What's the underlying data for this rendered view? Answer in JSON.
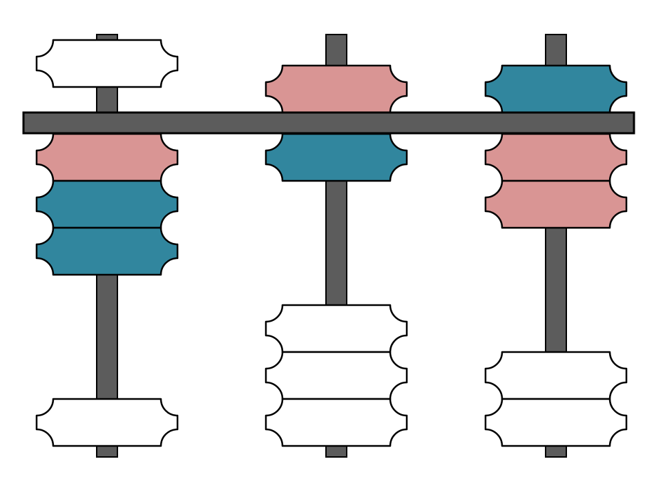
{
  "colors": {
    "background": "#ffffff",
    "rod": "#5c5c5c",
    "beam": "#5c5c5c",
    "outline": "#000000",
    "white_bead": "#ffffff",
    "pink_bead": "#d99594",
    "teal_bead": "#31869e"
  },
  "rods": [
    {
      "name": "left",
      "upper_beads": [
        "white_bead"
      ],
      "lower_beads": [
        "pink_bead",
        "teal_bead",
        "teal_bead",
        "white_bead"
      ]
    },
    {
      "name": "middle",
      "upper_beads": [
        "pink_bead"
      ],
      "lower_beads": [
        "teal_bead",
        "white_bead",
        "white_bead",
        "white_bead"
      ]
    },
    {
      "name": "right",
      "upper_beads": [
        "teal_bead"
      ],
      "lower_beads": [
        "pink_bead",
        "pink_bead",
        "white_bead",
        "white_bead"
      ]
    }
  ]
}
